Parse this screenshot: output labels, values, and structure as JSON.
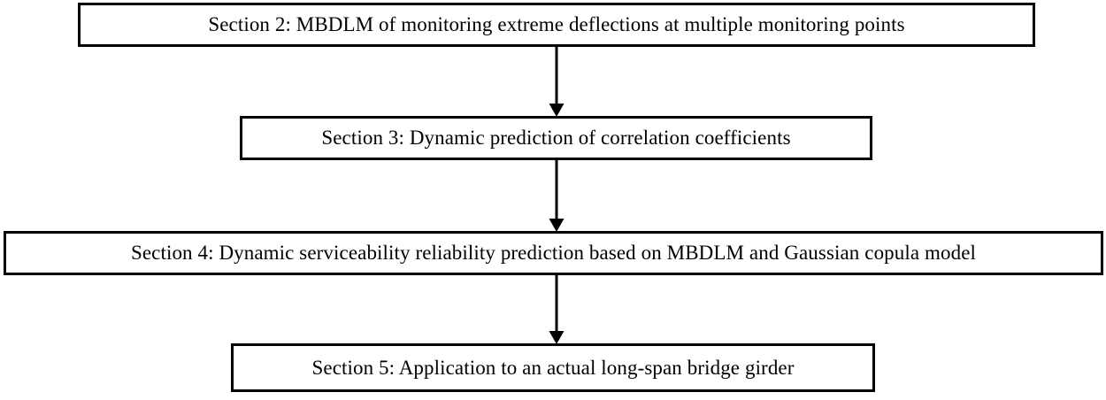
{
  "diagram": {
    "title": "Paper organization flowchart",
    "background_color": "#ffffff",
    "stroke_color": "#000000",
    "text_color": "#000000",
    "nodes": [
      {
        "id": "section-2",
        "label": "Section 2: MBDLM of monitoring extreme deflections at multiple monitoring points"
      },
      {
        "id": "section-3",
        "label": "Section 3: Dynamic prediction of correlation coefficients"
      },
      {
        "id": "section-4",
        "label": "Section 4: Dynamic serviceability reliability prediction based on MBDLM and Gaussian copula model"
      },
      {
        "id": "section-5",
        "label": "Section 5: Application to an actual long-span bridge girder"
      }
    ],
    "connectors": [
      {
        "id": "arrow-1",
        "from": "section-2",
        "to": "section-3",
        "direction": "down",
        "style": "solid-filled-arrowhead"
      },
      {
        "id": "arrow-2",
        "from": "section-3",
        "to": "section-4",
        "direction": "down",
        "style": "solid-filled-arrowhead"
      },
      {
        "id": "arrow-3",
        "from": "section-4",
        "to": "section-5",
        "direction": "down",
        "style": "solid-filled-arrowhead"
      }
    ]
  }
}
